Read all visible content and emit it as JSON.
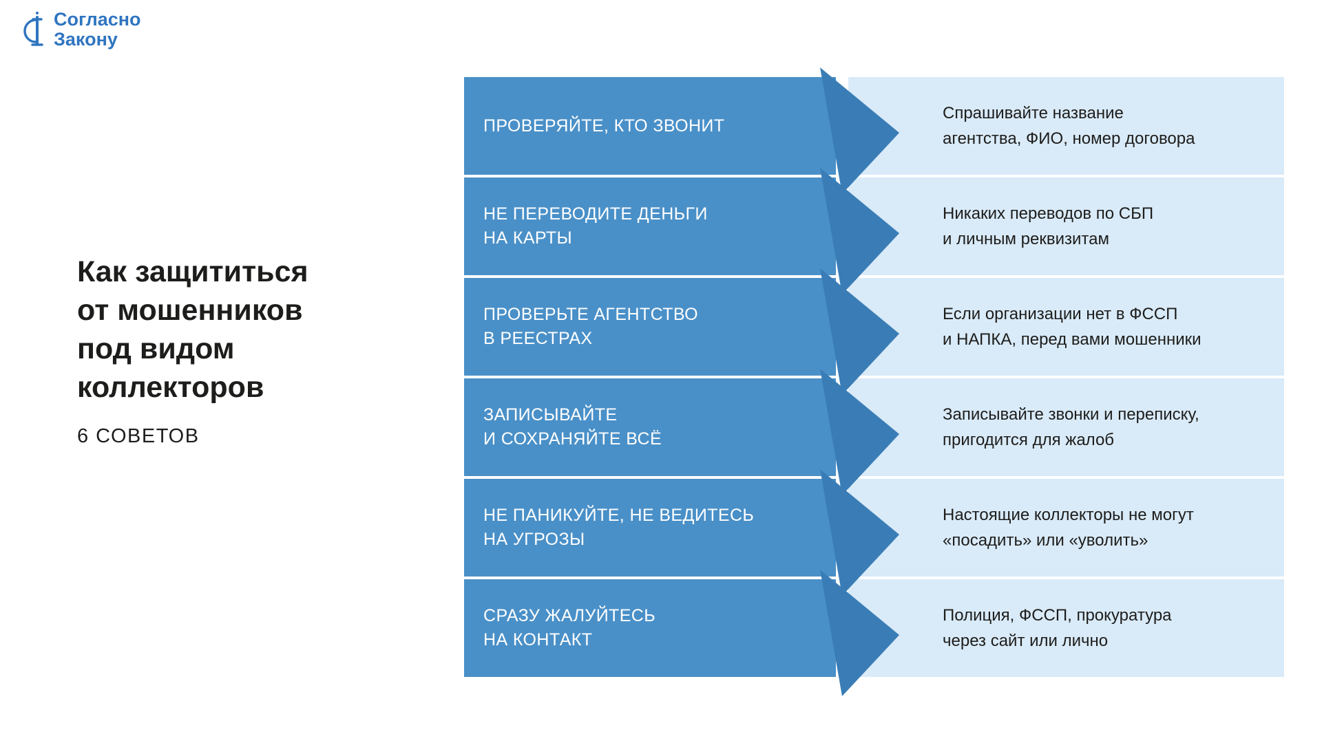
{
  "logo": {
    "name_line1": "Согласно",
    "name_line2": "Закону"
  },
  "intro": {
    "title": "Как защититься\nот мошенников\nпод видом\nколлекторов",
    "subtitle": "6 СОВЕТОВ"
  },
  "tips": [
    {
      "title": "ПРОВЕРЯЙТЕ, КТО ЗВОНИТ",
      "description": "Спрашивайте название\nагентства, ФИО, номер договора"
    },
    {
      "title": "НЕ ПЕРЕВОДИТЕ ДЕНЬГИ\nНА КАРТЫ",
      "description": "Никаких переводов по СБП\nи личным реквизитам"
    },
    {
      "title": "ПРОВЕРЬТЕ АГЕНТСТВО\nВ РЕЕСТРАХ",
      "description": "Если организации нет в ФССП\nи НАПКА, перед вами мошенники"
    },
    {
      "title": "ЗАПИСЫВАЙТЕ\nИ СОХРАНЯЙТЕ ВСЁ",
      "description": "Записывайте звонки и переписку,\nпригодится для жалоб"
    },
    {
      "title": "НЕ ПАНИКУЙТЕ, НЕ ВЕДИТЕСЬ\nНА УГРОЗЫ",
      "description": "Настоящие коллекторы не могут\n«посадить» или «уволить»"
    },
    {
      "title": "СРАЗУ ЖАЛУЙТЕСЬ\nНА КОНТАКТ",
      "description": "Полиция, ФССП, прокуратура\nчерез сайт или лично"
    }
  ],
  "colors": {
    "tip_box": "#4a90c8",
    "arrow": "#3a7db6",
    "description_box": "#d9eaf8",
    "logo_blue": "#2f75c0",
    "text_dark": "#1d1d1b"
  }
}
